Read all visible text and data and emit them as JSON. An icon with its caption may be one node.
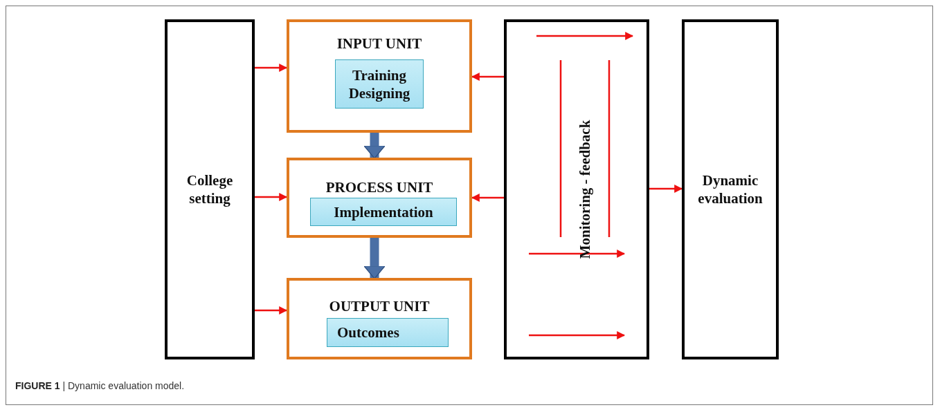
{
  "diagram": {
    "caption": "**FIGURE 1** | Dynamic evaluation model.",
    "nodes": [
      {
        "text": [
          "College setting"
        ]
      },
      {
        "text": [
          "INPUT UNIT"
        ]
      },
      {
        "text": [
          "Training Designing"
        ],
        "in": 1
      },
      {
        "text": [
          "PROCESS UNIT"
        ]
      },
      {
        "text": [
          "Implementation"
        ],
        "in": 3
      },
      {
        "text": [
          "OUTPUT UNIT"
        ]
      },
      {
        "text": [
          "Outcomes"
        ],
        "in": 5
      },
      {
        "text": [
          "Monitoring - feedback"
        ]
      },
      {
        "text": [
          "Dynamic evaluation"
        ]
      }
    ],
    "edges": [
      {
        "from": 0,
        "to": 1,
        "arrow": "to"
      },
      {
        "from": 0,
        "to": 3,
        "arrow": "to"
      },
      {
        "from": 0,
        "to": 5,
        "arrow": "to"
      },
      {
        "from": 7,
        "to": 1,
        "arrow": "to"
      },
      {
        "from": 7,
        "to": 3,
        "arrow": "to"
      },
      {
        "from": 1,
        "to": 3,
        "arrow": "to",
        "style": "thick",
        "color": "#4a6fa5"
      },
      {
        "from": 3,
        "to": 5,
        "arrow": "to",
        "style": "thick",
        "color": "#4a6fa5"
      },
      {
        "from": 7,
        "to": 8,
        "arrow": "to"
      }
    ]
  }
}
